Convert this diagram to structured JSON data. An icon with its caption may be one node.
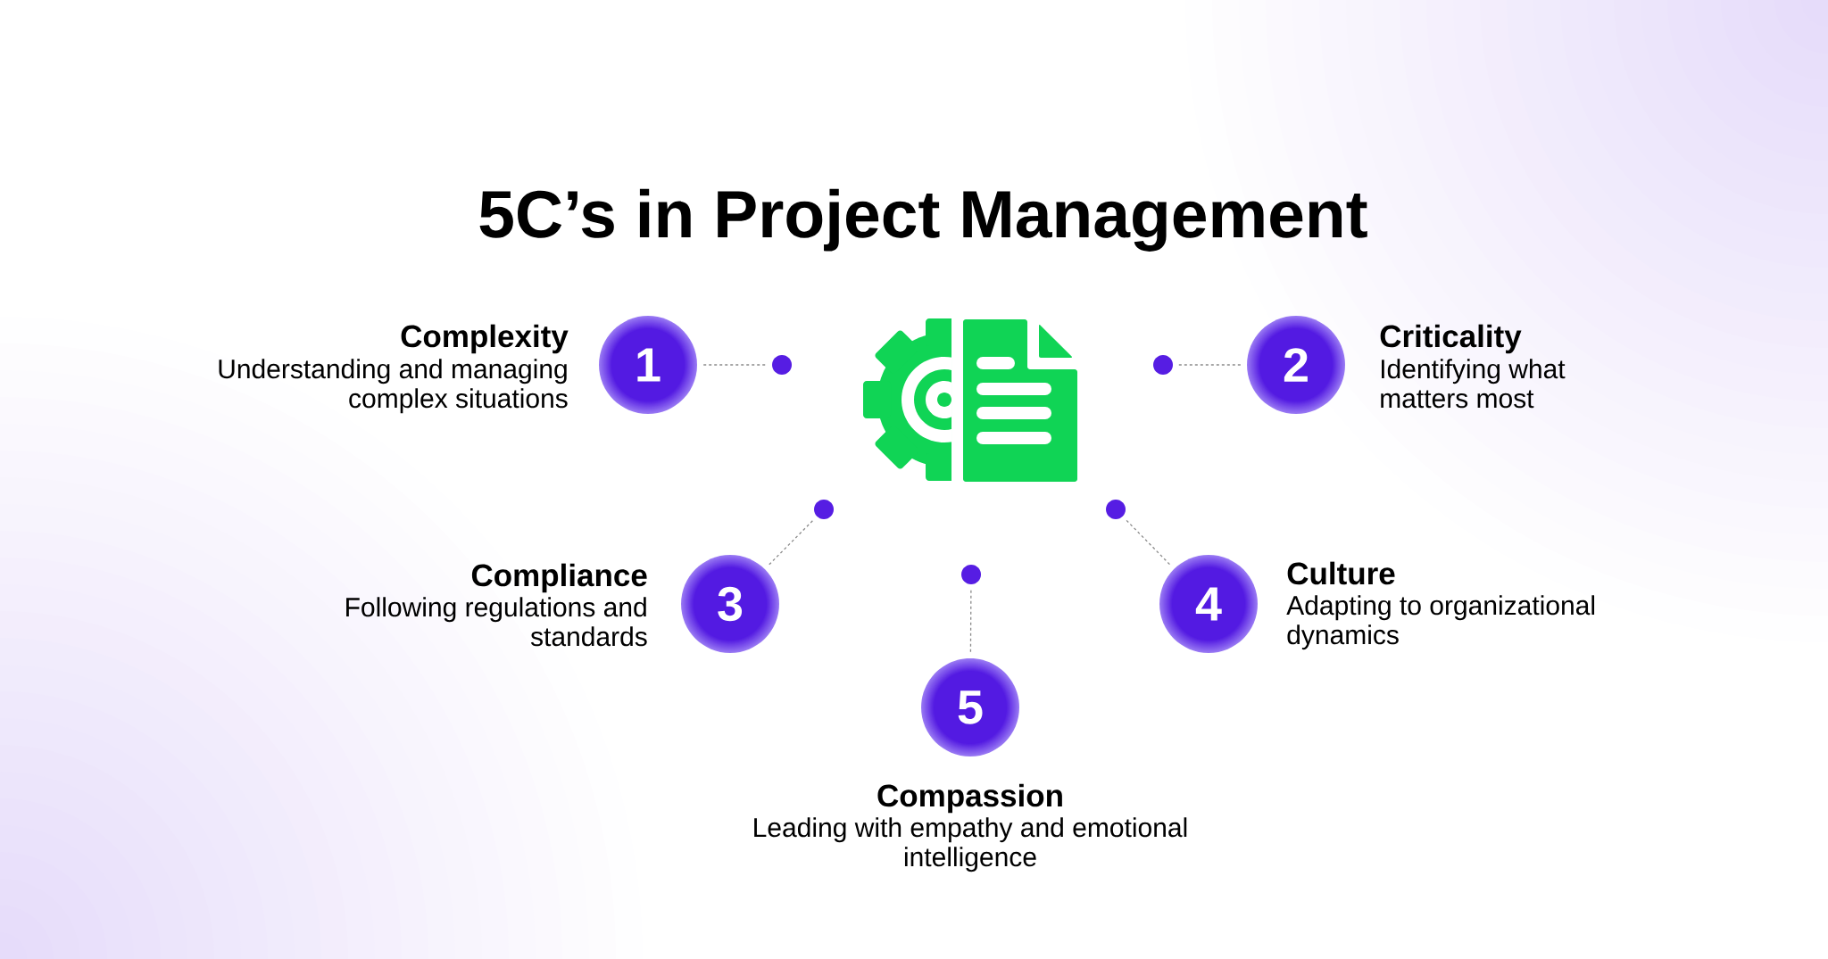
{
  "diagram": {
    "title": "5C’s in Project Management",
    "nodes": [
      {
        "text": [
          "1"
        ],
        "beside": [
          "Complexity",
          "Understanding and managing complex situations"
        ]
      },
      {
        "text": [],
        "shape": "circle"
      },
      {
        "text": [],
        "shape": "picture"
      },
      {
        "text": [],
        "shape": "circle"
      },
      {
        "text": [
          "2"
        ],
        "beside": [
          "Criticality",
          "Identifying what matters most"
        ]
      },
      {
        "text": [],
        "shape": "circle"
      },
      {
        "text": [],
        "shape": "circle"
      },
      {
        "text": [
          "3"
        ],
        "beside": [
          "Compliance",
          "Following regulations and standards"
        ]
      },
      {
        "text": [],
        "shape": "circle"
      },
      {
        "text": [
          "4"
        ],
        "beside": [
          "Culture",
          "Adapting to organizational dynamics"
        ]
      },
      {
        "text": [
          "5"
        ],
        "beside": [
          "Compassion",
          "Leading with empathy and emotional intelligence"
        ]
      }
    ],
    "edges": [
      {
        "from": 0,
        "to": 1,
        "arrow": "none",
        "style": "dashed"
      },
      {
        "from": 4,
        "to": 3,
        "arrow": "none",
        "style": "dashed"
      },
      {
        "from": 7,
        "to": 5,
        "arrow": "none",
        "style": "dashed"
      },
      {
        "from": 9,
        "to": 6,
        "arrow": "none",
        "style": "dashed"
      },
      {
        "from": 10,
        "to": 8,
        "arrow": "none",
        "style": "dashed"
      }
    ]
  }
}
